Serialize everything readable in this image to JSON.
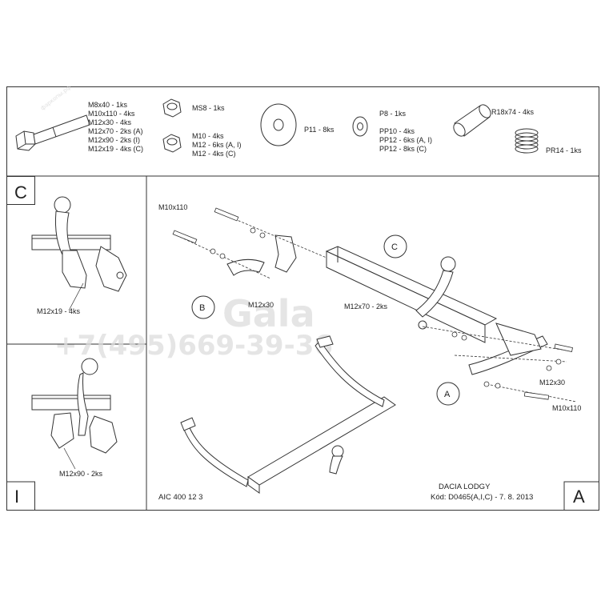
{
  "parts": {
    "bolt": [
      "M8x40 - 1ks",
      "M10x110 - 4ks",
      "M12x30 - 4ks",
      "M12x70 - 2ks (A)",
      "M12x90 - 2ks (I)",
      "M12x19 - 4ks (C)"
    ],
    "nut_top": "MS8 - 1ks",
    "nut_bottom": [
      "M10 - 4ks",
      "M12 - 6ks (A, I)",
      "M12 - 4ks (C)"
    ],
    "washer_big": "P11 - 8ks",
    "washer_small": [
      "P8 - 1ks",
      "PP10 - 4ks",
      "PP12 - 6ks (A, I)",
      "PP12 - 8ks (C)"
    ],
    "sleeve": "R18x74 - 4ks",
    "spring": "PR14 - 1ks"
  },
  "panels": {
    "c_letter": "C",
    "c_label": "M12x19 - 4ks",
    "i_letter": "I",
    "i_label": "M12x90 - 2ks",
    "a_letter": "A"
  },
  "main": {
    "m10x110_left": "M10x110",
    "m12x30_left": "M12x30",
    "m12x70": "M12x70 - 2ks",
    "m12x30_right": "M12x30",
    "m10x110_right": "M10x110",
    "callout_b": "B",
    "callout_c": "C",
    "callout_a": "A",
    "code": "AIC 400 12 3",
    "vehicle": "DACIA LODGY",
    "kod": "Kód: D0465(A,I,C) - 7. 8. 2013"
  },
  "watermark": {
    "brand": "Gala",
    "phone": "+7(495)669-39-36",
    "site": "фаркопы.рф"
  }
}
